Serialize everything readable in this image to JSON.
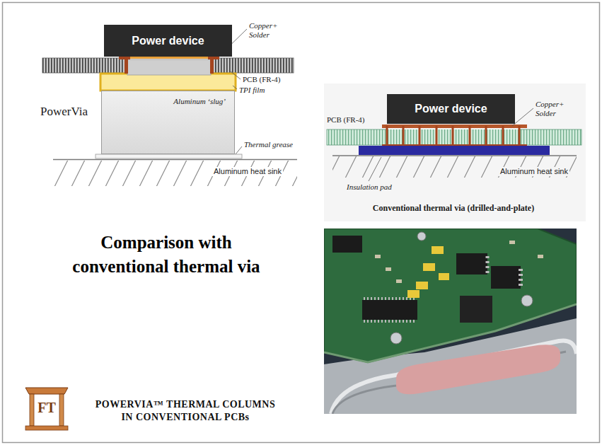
{
  "diagram": {
    "title": "Comparison with conventional thermal via",
    "caption": "POWERVIA™ THERMAL COLUMNS IN CONVENTIONAL PCBs",
    "nodes": [
      {
        "text": [
          "Power device"
        ]
      },
      {
        "text": [
          "Aluminum ‘slug’"
        ]
      },
      {
        "text": [
          "Power device"
        ]
      }
    ],
    "labels": [
      "Copper+ Solder",
      "PCB (FR-4)",
      "TPI film",
      "PowerVia",
      "Thermal grease",
      "Aluminum heat sink",
      "PCB (FR-4)",
      "Copper+ Solder",
      "Insulation pad",
      "Aluminum heat sink",
      "Conventional thermal via (drilled-and-plate)",
      "FT"
    ]
  }
}
